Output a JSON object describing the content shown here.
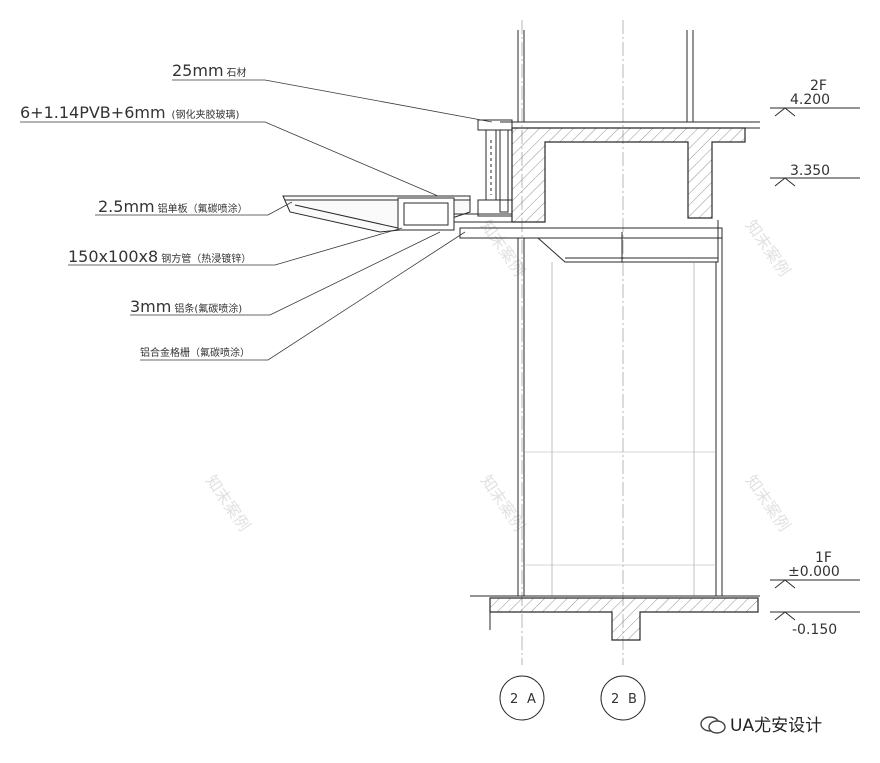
{
  "annotations": [
    {
      "id": "stone",
      "main": "25mm",
      "sub": "石材"
    },
    {
      "id": "glass",
      "main": "6+1.14PVB+6mm",
      "sub": "(钢化夹胶玻璃)"
    },
    {
      "id": "alu-panel",
      "main": "2.5mm",
      "sub": "铝单板（氟碳喷涂）"
    },
    {
      "id": "steel-tube",
      "main": "150x100x8",
      "sub": "钢方管（热浸镀锌）"
    },
    {
      "id": "alu-strip",
      "main": "3mm",
      "sub": "铝条(氟碳喷涂)"
    },
    {
      "id": "alu-profile",
      "main": "",
      "sub": "铝合金格栅（氟碳喷涂）"
    }
  ],
  "levels": {
    "floor_2": "2F",
    "level_4200": "4.200",
    "level_3350": "3.350",
    "floor_1": "1F",
    "level_0000": "±0.000",
    "level_neg0150": "-0.150"
  },
  "grid_axes": [
    {
      "num": "2",
      "letter": "A"
    },
    {
      "num": "2",
      "letter": "B"
    }
  ],
  "watermark": "知末案例",
  "brand": "UA尤安设计",
  "colors": {
    "line": "#2a2a2a",
    "hatch": "#555555",
    "leader": "#3a3a3a"
  }
}
